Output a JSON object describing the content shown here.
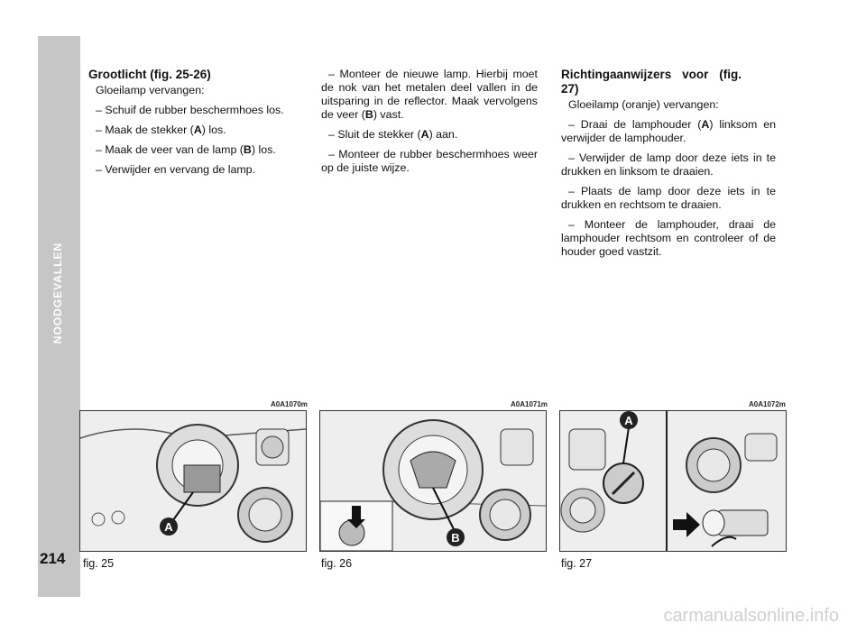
{
  "side_label": "NOODGEVALLEN",
  "page_number": "214",
  "col1": {
    "heading": "Grootlicht (fig. 25-26)",
    "p1": "Gloeilamp vervangen:",
    "p2": "– Schuif de rubber beschermhoes los.",
    "p3a": "– Maak de stekker (",
    "p3b": ") los.",
    "p4a": "– Maak de veer van de lamp (",
    "p4b": ") los.",
    "p5": "– Verwijder en vervang de lamp."
  },
  "col2": {
    "p1a": "– Monteer de nieuwe lamp. Hierbij moet de nok van het metalen deel vallen in de uitsparing in de reflector. Maak vervolgens de veer (",
    "p1b": ") vast.",
    "p2a": "– Sluit de stekker (",
    "p2b": ") aan.",
    "p3": "– Monteer de rubber beschermhoes weer op de juiste wijze."
  },
  "col3": {
    "heading": "Richtingaanwijzers voor (fig. 27)",
    "p1": "Gloeilamp (oranje) vervangen:",
    "p2a": "– Draai de lamphouder (",
    "p2b": ") linksom en verwijder de lamphouder.",
    "p3": "– Verwijder de lamp door deze iets in te drukken en linksom te draaien.",
    "p4": "– Plaats de lamp door deze iets in te drukken en rechtsom te draaien.",
    "p5": "– Monteer de lamphouder, draai de lamphouder rechtsom en controleer of de houder goed vastzit."
  },
  "ref_a": "A",
  "ref_b": "B",
  "figures": [
    {
      "code": "A0A1070m",
      "caption": "fig. 25",
      "callout": "A"
    },
    {
      "code": "A0A1071m",
      "caption": "fig. 26",
      "callout": "B"
    },
    {
      "code": "A0A1072m",
      "caption": "fig. 27",
      "callout": "A"
    }
  ],
  "footer": "carmanualsonline.info"
}
